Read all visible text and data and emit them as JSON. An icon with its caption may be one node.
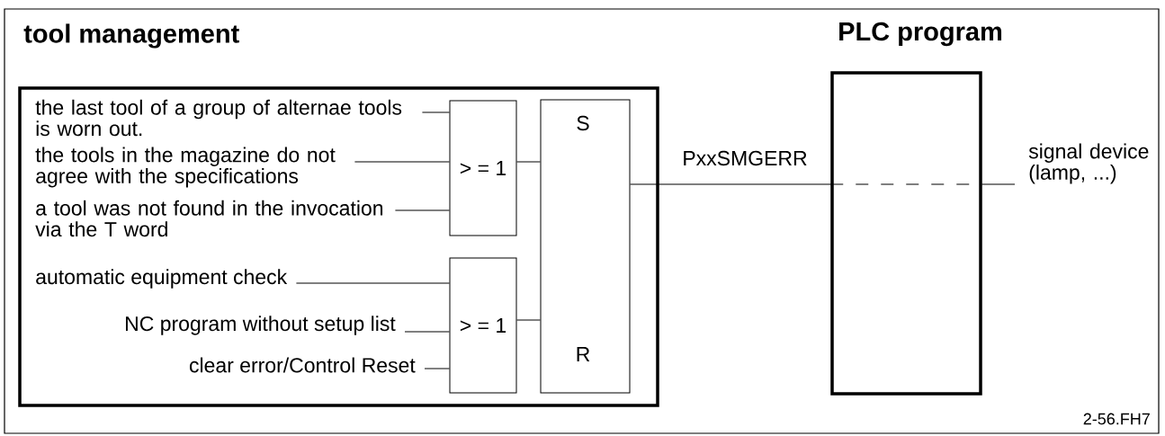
{
  "diagram": {
    "nodes": [
      {
        "text": [
          "tool management"
        ]
      },
      {
        "text": [
          "the last tool of a group of alternae tools is worn out."
        ],
        "in": 0
      },
      {
        "text": [
          "the tools in the magazine do not agree with the specifications"
        ],
        "in": 0
      },
      {
        "text": [
          "a tool was not found in the invocation via the T word"
        ],
        "in": 0
      },
      {
        "text": [
          "automatic equipment check"
        ],
        "in": 0
      },
      {
        "text": [
          "NC program without setup list"
        ],
        "in": 0
      },
      {
        "text": [
          "clear error/Control Reset"
        ],
        "in": 0
      },
      {
        "text": [
          "> = 1"
        ],
        "in": 0
      },
      {
        "text": [
          "> = 1"
        ],
        "in": 0
      },
      {
        "text": [
          "S",
          "R"
        ],
        "in": 0
      },
      {
        "text": [
          "PLC program"
        ]
      },
      {
        "text": [
          "signal device (lamp, ...)"
        ]
      }
    ],
    "edges": [
      {
        "from": 1,
        "to": 7,
        "arrow": "none"
      },
      {
        "from": 2,
        "to": 7,
        "arrow": "none"
      },
      {
        "from": 3,
        "to": 7,
        "arrow": "none"
      },
      {
        "from": 4,
        "to": 8,
        "arrow": "none"
      },
      {
        "from": 5,
        "to": 8,
        "arrow": "none"
      },
      {
        "from": 6,
        "to": 8,
        "arrow": "none"
      },
      {
        "from": 7,
        "to": 9,
        "arrow": "none"
      },
      {
        "from": 8,
        "to": 9,
        "arrow": "none"
      },
      {
        "from": 9,
        "to": 10,
        "arrow": "none",
        "label": "PxxSMGERR"
      },
      {
        "from": 10,
        "to": 11,
        "arrow": "none"
      }
    ],
    "labels": [
      "2-56.FH7"
    ]
  }
}
